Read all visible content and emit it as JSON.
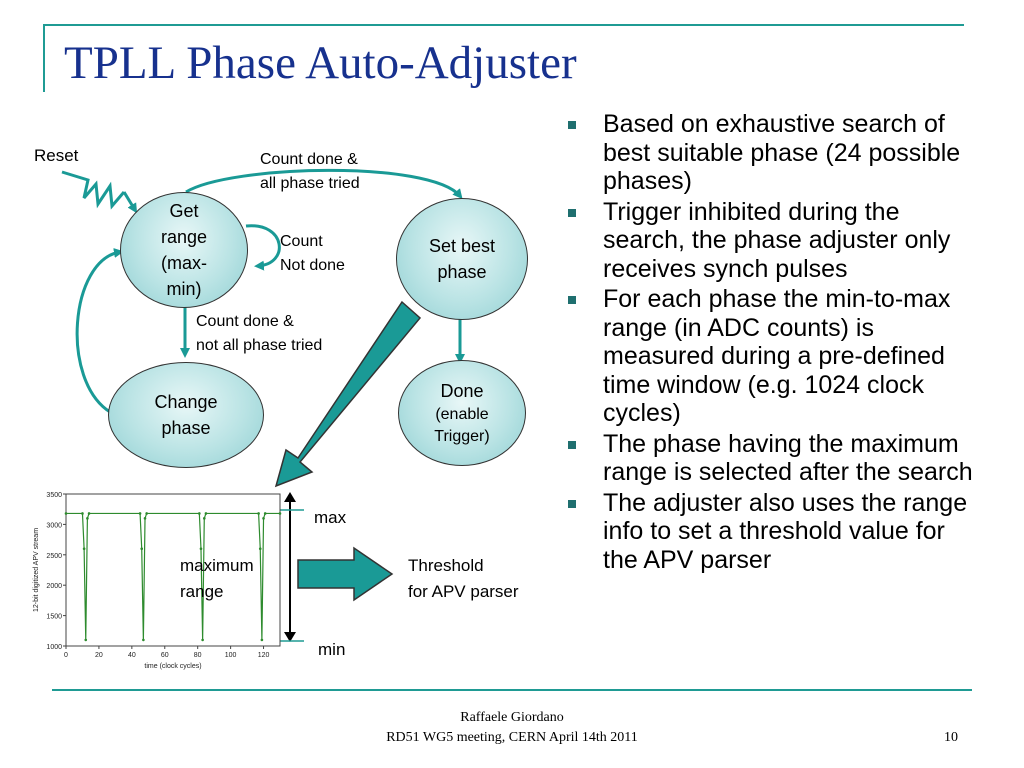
{
  "slide": {
    "title": "TPLL Phase Auto-Adjuster",
    "page_number": "10",
    "footer_line1": "Raffaele Giordano",
    "footer_line2": "RD51 WG5 meeting, CERN April 14th 2011"
  },
  "diagram": {
    "reset_label": "Reset",
    "transitions": {
      "count_done_all_l1": "Count done &",
      "count_done_all_l2": "all phase tried",
      "count_not_done_l1": "Count",
      "count_not_done_l2": "Not done",
      "count_done_not_all_l1": "Count done &",
      "count_done_not_all_l2": "not all phase tried"
    },
    "states": {
      "get_range": "Get range (max-min)",
      "set_best_phase": "Set best phase",
      "done_title": "Done",
      "done_sub": "(enable Trigger)",
      "change_phase": "Change phase"
    },
    "max_label": "max",
    "min_label": "min",
    "maximum_range_l1": "maximum",
    "maximum_range_l2": "range",
    "threshold_l1": "Threshold",
    "threshold_l2": "for APV parser"
  },
  "chart_data": {
    "type": "line",
    "title": "",
    "xlabel": "time (clock cycles)",
    "ylabel": "12-bit digitized APV stream",
    "xlim": [
      0,
      130
    ],
    "ylim": [
      1000,
      3500
    ],
    "x_ticks": [
      0,
      20,
      40,
      60,
      80,
      100,
      120
    ],
    "y_ticks": [
      1000,
      1500,
      2000,
      2500,
      3000,
      3500
    ],
    "series": [
      {
        "color": "#2e8b2e",
        "x": [
          0,
          10,
          11,
          12,
          13,
          14,
          45,
          46,
          47,
          48,
          49,
          81,
          82,
          83,
          84,
          85,
          117,
          118,
          119,
          120,
          121,
          130
        ],
        "values": [
          3180,
          3180,
          2600,
          1100,
          3100,
          3180,
          3180,
          2600,
          1100,
          3100,
          3180,
          3180,
          2600,
          1100,
          3100,
          3180,
          3180,
          2600,
          1100,
          3100,
          3180,
          3180
        ]
      }
    ]
  },
  "bullets": [
    "Based on exhaustive search of best suitable phase (24 possible phases)",
    "Trigger inhibited during the search, the phase adjuster only receives synch pulses",
    "For each phase the min-to-max range (in ADC counts) is measured during a pre-defined time window (e.g. 1024 clock cycles)",
    "The phase having the maximum range is selected after the search",
    "The adjuster also uses the range info to set a threshold value for the APV parser"
  ],
  "colors": {
    "title": "#17318e",
    "accent_line": "#1f9b94",
    "arrow": "#1a9a96",
    "bullet_square": "#1f6f6f"
  }
}
